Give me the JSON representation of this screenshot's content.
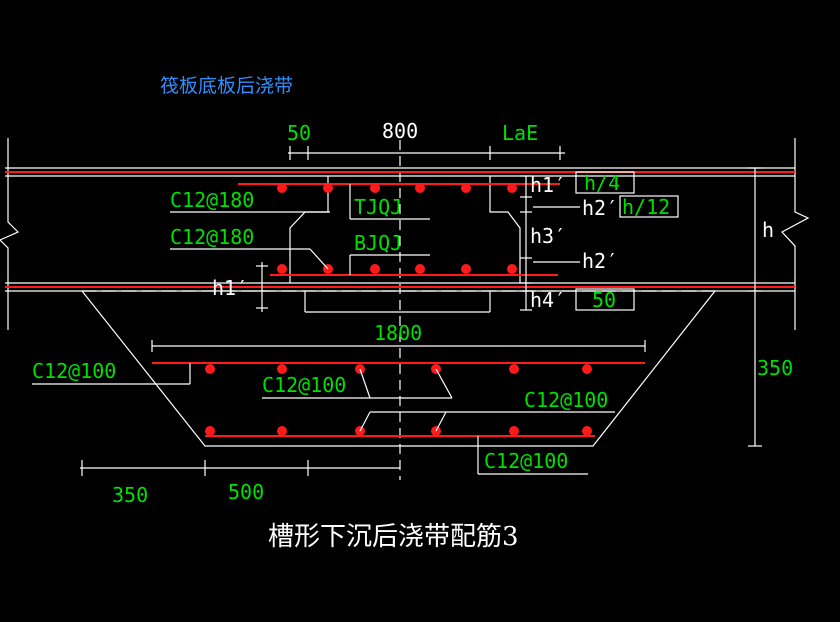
{
  "diagram": {
    "title": "筏板底板后浇带",
    "caption": "槽形下沉后浇带配筋3",
    "dimensions": {
      "d50": "50",
      "d800": "800",
      "lae": "LaE",
      "d1800": "1800",
      "d350_right": "350",
      "d350_bottom": "350",
      "d500": "500",
      "h": "h"
    },
    "rebar_labels": {
      "top1": "C12@180",
      "top2": "C12@180",
      "left_mid": "C12@100",
      "center": "C12@100",
      "right": "C12@100",
      "bottom": "C12@100"
    },
    "bar_names": {
      "tjqj": "TJQJ",
      "bjqj": "BJQJ"
    },
    "height_labels": {
      "h1_top": "h1′",
      "h2_top": "h2′",
      "h3": "h3′",
      "h2_mid": "h2′",
      "h4": "h4′",
      "h1_left": "h1′"
    },
    "boxed_values": {
      "h4": "h/4",
      "h12": "h/12",
      "v50": "50"
    },
    "colors": {
      "background": "#000000",
      "rebar": "#ff1a1a",
      "label": "#00e000",
      "title": "#2f8fff",
      "line": "#ffffff"
    }
  }
}
